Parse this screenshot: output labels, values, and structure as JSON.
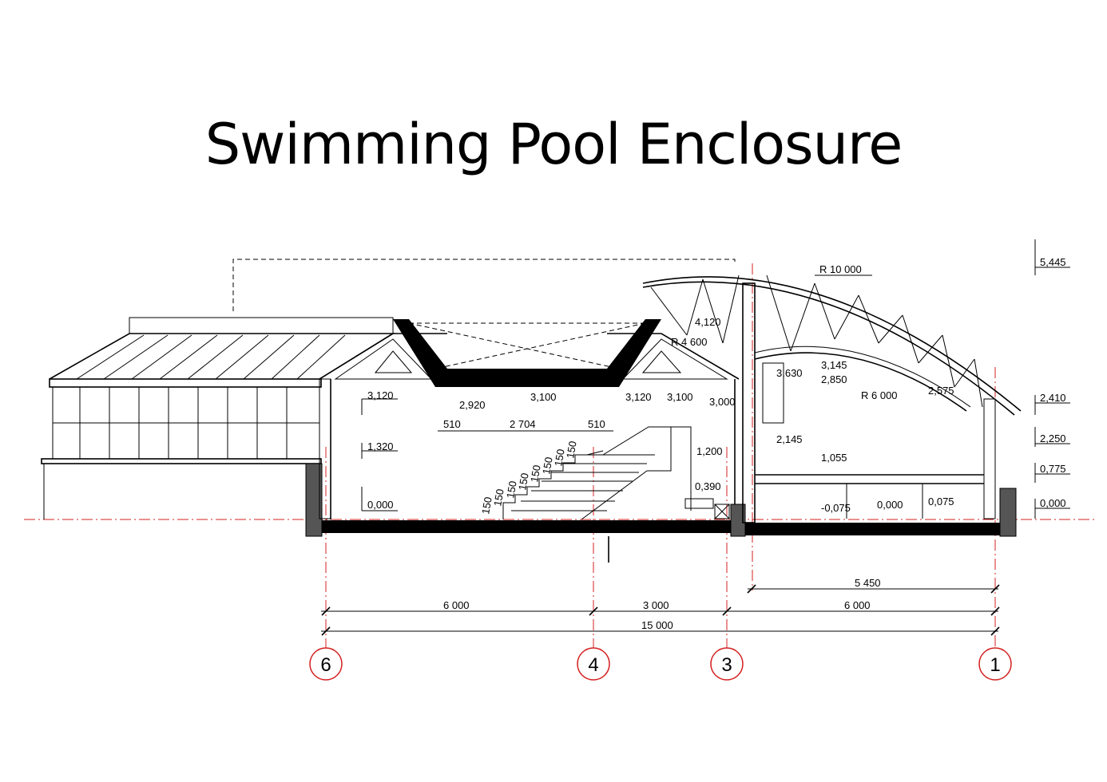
{
  "title": "Swimming Pool Enclosure",
  "levels_left": [
    "3,120",
    "1,320",
    "0,000"
  ],
  "levels_mid": [
    "2,920",
    "3,100",
    "3,120",
    "3,100",
    "3,000",
    "1,200",
    "0,390"
  ],
  "spans_mid": [
    "510",
    "2 704",
    "510"
  ],
  "stair_steps": [
    "150",
    "150",
    "150",
    "150",
    "150",
    "150",
    "150",
    "150"
  ],
  "dome_labels": {
    "radius_outer": "R 10 000",
    "radius_mid": "R 4 600",
    "radius_inner": "R 6 000",
    "level_4120": "4,120",
    "level_3630": "3,630",
    "level_3145": "3,145",
    "level_2850": "2,850",
    "level_2575": "2,575",
    "level_2145": "2,145",
    "level_1055": "1,055",
    "level_m0075": "-0,075",
    "level_0000": "0,000",
    "level_0075": "0,075"
  },
  "levels_right": [
    "5,445",
    "2,410",
    "2,250",
    "0,775",
    "0,000"
  ],
  "dimensions": {
    "d_5450": "5 450",
    "d_6000_left": "6 000",
    "d_3000": "3 000",
    "d_6000_right": "6 000",
    "d_15000": "15 000"
  },
  "axes": [
    "6",
    "4",
    "3",
    "1"
  ]
}
